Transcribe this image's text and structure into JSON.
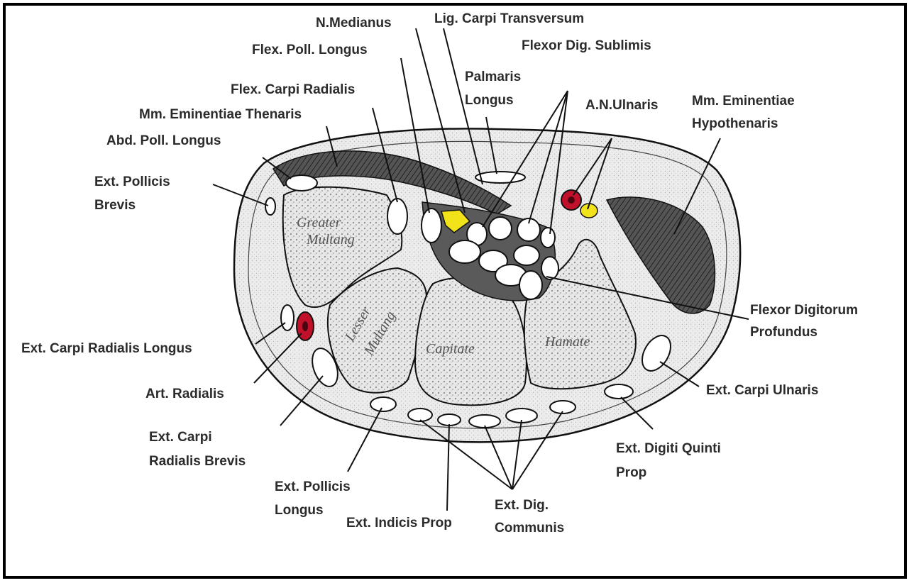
{
  "labels": {
    "n_medianus": "N.Medianus",
    "lig_carpi_transversum": "Lig. Carpi Transversum",
    "flex_poll_longus": "Flex. Poll. Longus",
    "flexor_dig_sublimis": "Flexor Dig. Sublimis",
    "palmaris": "Palmaris",
    "longus": "Longus",
    "flex_carpi_radialis": "Flex. Carpi Radialis",
    "an_ulnaris": "A.N.Ulnaris",
    "mm_eminentiae": "Mm. Eminentiae",
    "hypothenaris": "Hypothenaris",
    "mm_eminentiae_thenaris": "Mm. Eminentiae Thenaris",
    "abd_poll_longus": "Abd. Poll. Longus",
    "ext_pollicis": "Ext. Pollicis",
    "brevis": "Brevis",
    "flexor_digitorum": "Flexor Digitorum",
    "profundus": "Profundus",
    "ext_carpi_radialis_longus": "Ext. Carpi Radialis Longus",
    "ext_carpi_ulnaris": "Ext. Carpi Ulnaris",
    "art_radialis": "Art. Radialis",
    "ext_carpi": "Ext. Carpi",
    "radialis_brevis": "Radialis Brevis",
    "ext_digiti_quinti": "Ext. Digiti Quinti",
    "prop": "Prop",
    "ext_pollicis_2": "Ext. Pollicis",
    "longus_2": "Longus",
    "ext_indicis_prop": "Ext. Indicis Prop",
    "ext_dig": "Ext. Dig.",
    "communis": "Communis"
  },
  "bones": {
    "greater": "Greater",
    "multang": "Multang",
    "lesser": "Lesser",
    "multang_2": "Multang",
    "capitate": "Capitate",
    "hamate": "Hamate"
  },
  "colors": {
    "artery": "#c0102a",
    "nerve": "#f2e21a",
    "bone": "#d8d8d8",
    "soft_tissue": "#e6e6e6",
    "muscle": "#4a4a4a"
  }
}
